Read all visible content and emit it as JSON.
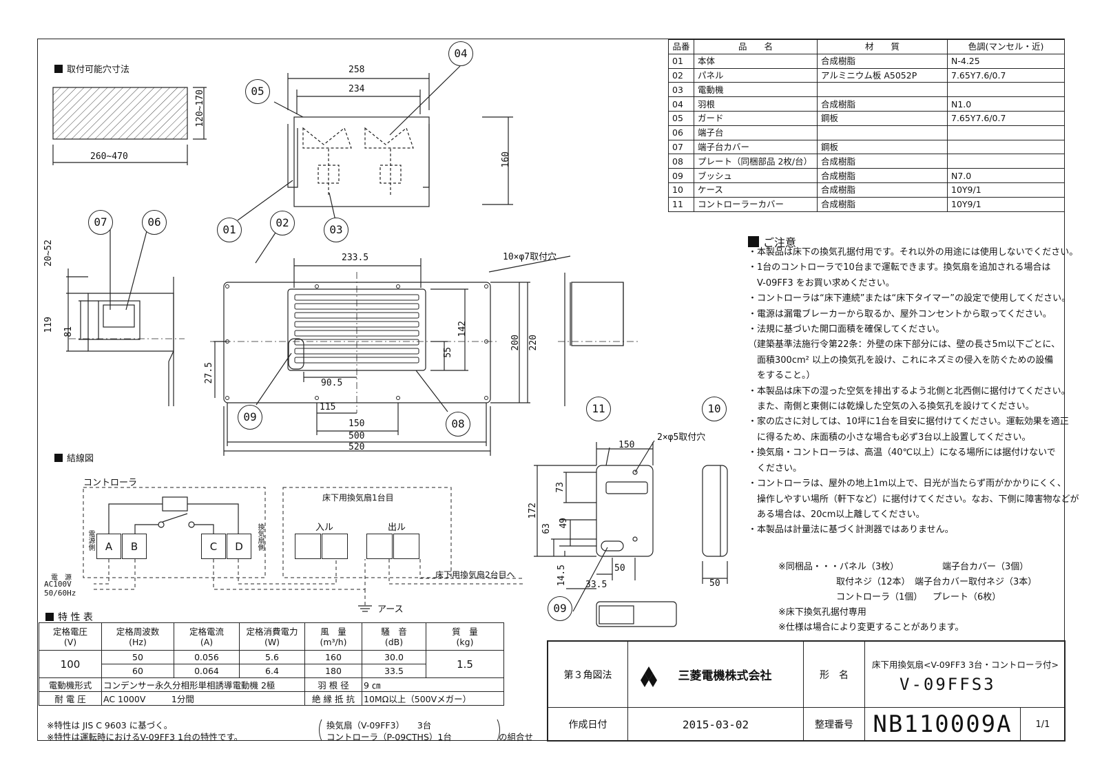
{
  "sections": {
    "mounting_hole": "取付可能穴寸法",
    "wiring": "結線図",
    "spec": "特 性 表",
    "notes": "ご注意"
  },
  "dims": {
    "d258": "258",
    "d234": "234",
    "d160": "160",
    "d120_170": "120~170",
    "d260_470": "260~470",
    "d20_52": "20~52",
    "d119": "119",
    "d81": "81",
    "d233_5": "233.5",
    "d10x7": "10×φ7取付穴",
    "d142": "142",
    "d200": "200",
    "d220": "220",
    "d55": "55",
    "d27_5": "27.5",
    "d90_5": "90.5",
    "d115": "115",
    "d150": "150",
    "d500": "500",
    "d520": "520",
    "c150": "150",
    "c2x5": "2×φ5取付穴",
    "c172": "172",
    "c73": "73",
    "c63": "63",
    "c49": "49",
    "c14_5": "14.5",
    "c50": "50",
    "c33_5": "33.5",
    "c50r": "50"
  },
  "bubbles": [
    "01",
    "02",
    "03",
    "04",
    "05",
    "06",
    "07",
    "08",
    "09",
    "10",
    "11",
    "09"
  ],
  "parts_table": {
    "header": [
      "品番",
      "品　　名",
      "材　　質",
      "色調(マンセル・近)"
    ],
    "rows": [
      [
        "01",
        "本体",
        "合成樹脂",
        "N-4.25"
      ],
      [
        "02",
        "パネル",
        "アルミニウム板 A5052P",
        "7.65Y7.6/0.7"
      ],
      [
        "03",
        "電動機",
        "",
        ""
      ],
      [
        "04",
        "羽根",
        "合成樹脂",
        "N1.0"
      ],
      [
        "05",
        "ガード",
        "鋼板",
        "7.65Y7.6/0.7"
      ],
      [
        "06",
        "端子台",
        "",
        ""
      ],
      [
        "07",
        "端子台カバー",
        "鋼板",
        ""
      ],
      [
        "08",
        "プレート（同梱部品 2枚/台）",
        "合成樹脂",
        ""
      ],
      [
        "09",
        "ブッシュ",
        "合成樹脂",
        "N7.0"
      ],
      [
        "10",
        "ケース",
        "合成樹脂",
        "10Y9/1"
      ],
      [
        "11",
        "コントローラーカバー",
        "合成樹脂",
        "10Y9/1"
      ]
    ]
  },
  "notes": [
    "・本製品は床下の換気孔据付用です。それ以外の用途には使用しないでください。",
    "・1台のコントローラで10台まで運転できます。換気扇を追加される場合は",
    "　V-09FF3 をお買い求めください。",
    "・コントローラは“床下連続”または“床下タイマー”の設定で使用してください。",
    "・電源は漏電ブレーカーから取るか、屋外コンセントから取ってください。",
    "・法規に基づいた開口面積を確保してください。",
    "（建築基準法施行令第22条：外壁の床下部分には、壁の長さ5m以下ごとに、",
    "　面積300cm² 以上の換気孔を設け、これにネズミの侵入を防ぐための設備",
    "　をすること。）",
    "・本製品は床下の湿った空気を排出するよう北側と北西側に据付けてください。",
    "　また、南側と東側には乾燥した空気の入る換気孔を設けてください。",
    "・家の広さに対しては、10坪に1台を目安に据付けてください。運転効果を適正",
    "　に得るため、床面積の小さな場合も必ず3台以上設置してください。",
    "・換気扇・コントローラは、高温（40℃以上）になる場所には据付けないで",
    "　ください。",
    "・コントローラは、屋外の地上1m以上で、日光が当たらず雨がかかりにくく、",
    "　操作しやすい場所（軒下など）に据付けてください。なお、下側に障害物などが",
    "　ある場合は、20cm以上離してください。",
    "・本製品は計量法に基づく計測器ではありません。"
  ],
  "bundled": {
    "line1a": "※同梱品・・・パネル（3枚）",
    "line1b": "端子台カバー（3個）",
    "line2a": "取付ネジ（12本）",
    "line2b": "端子台カバー取付ネジ（3本）",
    "line3a": "コントローラ（1個）",
    "line3b": "プレート（6枚）",
    "line4": "※床下換気孔据付専用",
    "line5": "※仕様は場合により変更することがあります。"
  },
  "wiring": {
    "controller": "コントローラ",
    "unit1": "床下用換気扇1台目",
    "in": "入ル",
    "out": "出ル",
    "A": "A",
    "B": "B",
    "C": "C",
    "D": "D",
    "power_side": "電源側",
    "fan_side": "換気扇側",
    "power_label": "電　源",
    "power_v": "AC100V",
    "power_hz": "50/60Hz",
    "to_unit2": "床下用換気扇2台目へ",
    "earth": "アース"
  },
  "spec_table": {
    "header": [
      "定格電圧\n(V)",
      "定格周波数\n(Hz)",
      "定格電流\n(A)",
      "定格消費電力\n(W)",
      "風　量\n(m³/h)",
      "騒　音\n(dB)",
      "質　量\n(kg)"
    ],
    "voltage": "100",
    "rows": [
      [
        "50",
        "0.056",
        "5.6",
        "160",
        "30.0"
      ],
      [
        "60",
        "0.064",
        "6.4",
        "180",
        "33.5"
      ]
    ],
    "mass": "1.5",
    "motor_label": "電動機形式",
    "motor": "コンデンサー永久分相形単相誘導電動機 2極",
    "blade_label": "羽 根 径",
    "blade": "9 ㎝",
    "withstand_label": "耐 電 圧",
    "withstand": "AC 1000V　　　1分間",
    "insulation_label": "絶 縁 抵 抗",
    "insulation": "10MΩ以上（500Vメガー）",
    "note1": "※特性は JIS C 9603 に基づく。",
    "note2": "※特性は運転時におけるV-09FF3 1台の特性です。",
    "combo1": "換気扇（V-09FF3）　　3台",
    "combo2": "コントローラ（P-09CTHS）1台",
    "combo_tail": "の組合せ"
  },
  "title_block": {
    "projection": "第３角図法",
    "company": "三菱電機株式会社",
    "model_label": "形　名",
    "model_desc": "床下用換気扇<V-09FF3 3台・コントローラ付>",
    "model": "V-09FFS3",
    "date_label": "作成日付",
    "date": "2015-03-02",
    "number_label": "整理番号",
    "number": "NB110009A",
    "page": "1/1"
  }
}
